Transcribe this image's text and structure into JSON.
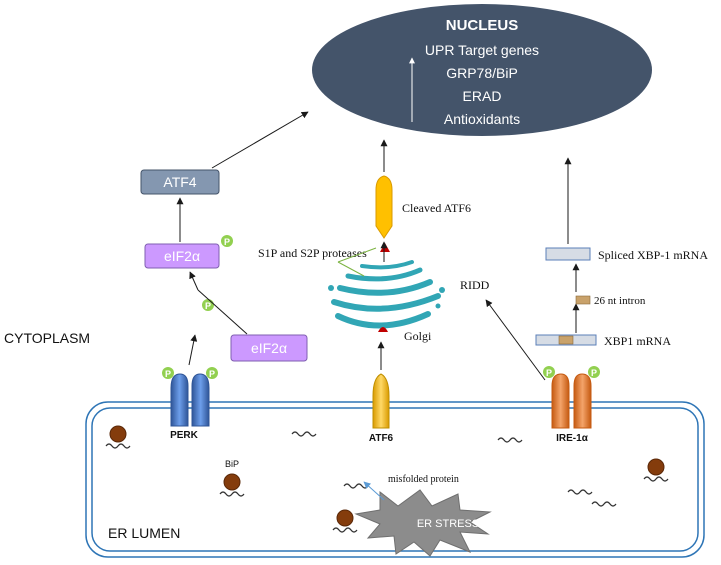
{
  "nucleus": {
    "title": "NUCLEUS",
    "lines": [
      "UPR Target genes",
      "GRP78/BiP",
      "ERAD",
      "Antioxidants"
    ]
  },
  "labels": {
    "cytoplasm": "CYTOPLASM",
    "er_lumen": "ER LUMEN",
    "er_stress": "ER STRESS",
    "misfolded_protein": "misfolded protein",
    "bip": "BiP",
    "phospho": "P"
  },
  "perk_branch": {
    "receptor": "PERK",
    "eif2a_free": "eIF2α",
    "eif2a_phos": "eIF2α",
    "atf4": "ATF4"
  },
  "atf6_branch": {
    "receptor": "ATF6",
    "golgi": "Golgi",
    "proteases": "S1P and S2P proteases",
    "cleaved": "Cleaved ATF6"
  },
  "ire1_branch": {
    "receptor": "IRE-1α",
    "ridd": "RIDD",
    "xbp1_mrna": "XBP1 mRNA",
    "intron": "26 nt intron",
    "spliced": "Spliced XBP-1 mRNA"
  },
  "colors": {
    "nucleus": "#44546a",
    "perk": "#4472c4",
    "atf6": "#ffc000",
    "ire1": "#ed7d31",
    "eif2a": "#cc99ff",
    "atf4": "#8497b0",
    "phospho": "#92d050",
    "golgi": "#31a6b5",
    "bip": "#843c0c",
    "membrane": "#2e75b6",
    "stress": "#a6a6a6"
  }
}
